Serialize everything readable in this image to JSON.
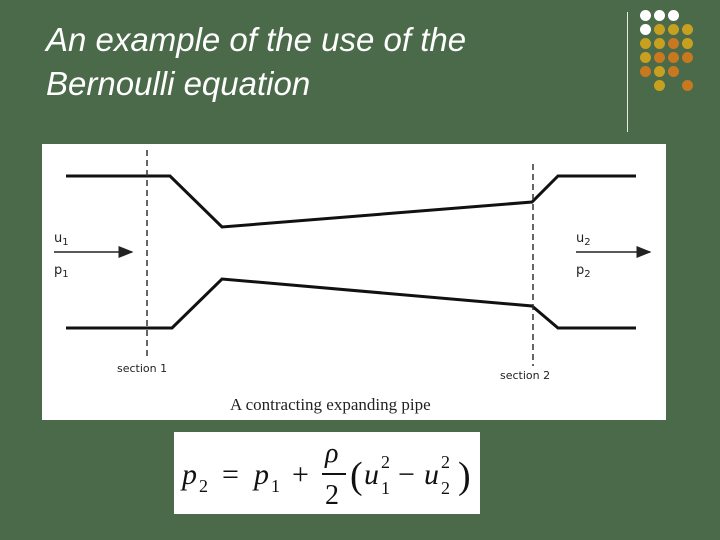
{
  "slide": {
    "title_line1": "An example of the use of the",
    "title_line2": "Bernoulli equation"
  },
  "diagram": {
    "caption": "A contracting expanding pipe",
    "section1_label": "section 1",
    "section2_label": "section 2",
    "inlet_velocity_label": "u",
    "inlet_velocity_sub": "1",
    "inlet_pressure_label": "p",
    "inlet_pressure_sub": "1",
    "outlet_velocity_label": "u",
    "outlet_velocity_sub": "2",
    "outlet_pressure_label": "p",
    "outlet_pressure_sub": "2"
  },
  "equation": {
    "lhs_var": "p",
    "lhs_sub": "2",
    "equals": "=",
    "term1_var": "p",
    "term1_sub": "1",
    "plus": "+",
    "numerator": "ρ",
    "denominator": "2",
    "open_paren": "(",
    "u1_var": "u",
    "u1_sup": "2",
    "u1_sub": "1",
    "minus": "−",
    "u2_var": "u",
    "u2_sup": "2",
    "u2_sub": "2",
    "close_paren": ")"
  },
  "colors": {
    "background": "#4a6a4a",
    "dot_white": "#ffffff",
    "dot_gold": "#c8a020",
    "dot_orange": "#c8781e"
  }
}
